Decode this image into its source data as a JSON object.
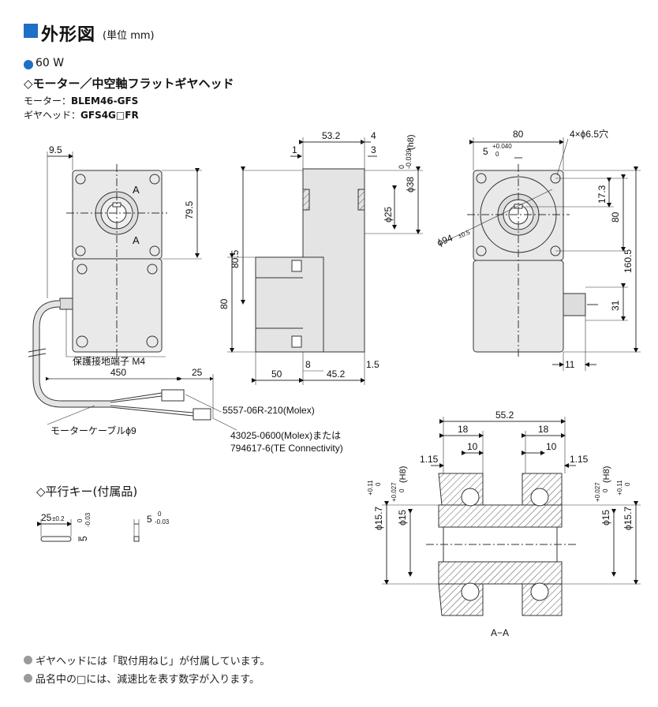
{
  "header": {
    "title": "外形図",
    "unit": "(単位 mm)"
  },
  "power": "60 W",
  "product_type": "◇モーター／中空軸フラットギヤヘッド",
  "motor_label": "モーター：",
  "motor_model": "BLEM46-GFS",
  "gearhead_label": "ギヤヘッド：",
  "gearhead_model": "GFS4G□FR",
  "key_section_title": "◇平行キー(付属品)",
  "dims": {
    "d9_5": "9.5",
    "d79_5": "79.5",
    "section_a": "A",
    "terminal": "保護接地端子 M4",
    "d450": "450",
    "d25": "25",
    "connector1": "5557-06R-210(Molex)",
    "cable": "モーターケーブルϕ9",
    "connector2a": "43025-0600(Molex)または",
    "connector2b": "794617-6(TE Connectivity)",
    "d53_2": "53.2",
    "d1": "1",
    "d4": "4",
    "d3": "3",
    "d38": "ϕ38",
    "d38_tol_top": "0",
    "d38_tol_bot": "-0.039",
    "d38_fit": "(h8)",
    "d25phi": "ϕ25",
    "d80_5": "80.5",
    "d80_side": "80",
    "d50": "50",
    "d8": "8",
    "d45_2": "45.2",
    "d1_5": "1.5",
    "d80_top": "80",
    "holes": "4×ϕ6.5穴",
    "d5": "5",
    "d5_tol_top": "+0.040",
    "d5_tol_bot": "0",
    "d17_3": "17.3",
    "d80_right": "80",
    "d94": "ϕ94",
    "d94_tol": "±0.5",
    "d160_5": "160.5",
    "d31": "31",
    "d11": "11",
    "s55_2": "55.2",
    "s18a": "18",
    "s18b": "18",
    "s10a": "10",
    "s10b": "10",
    "s1_15a": "1.15",
    "s1_15b": "1.15",
    "s15_7": "ϕ15.7",
    "s15_7_tol_top": "+0.11",
    "s15_7_tol_bot": "0",
    "s15": "ϕ15",
    "s15_tol_top": "+0.027",
    "s15_tol_bot": "0",
    "s15_fit": "(H8)",
    "section_label": "A−A",
    "k25": "25",
    "k25_tol": "±0.2",
    "k5": "5",
    "k5_tol_top": "0",
    "k5_tol_bot": "-0.03"
  },
  "notes": [
    "ギヤヘッドには「取付用ねじ」が付属しています。",
    "品名中の□には、減速比を表す数字が入ります。"
  ]
}
